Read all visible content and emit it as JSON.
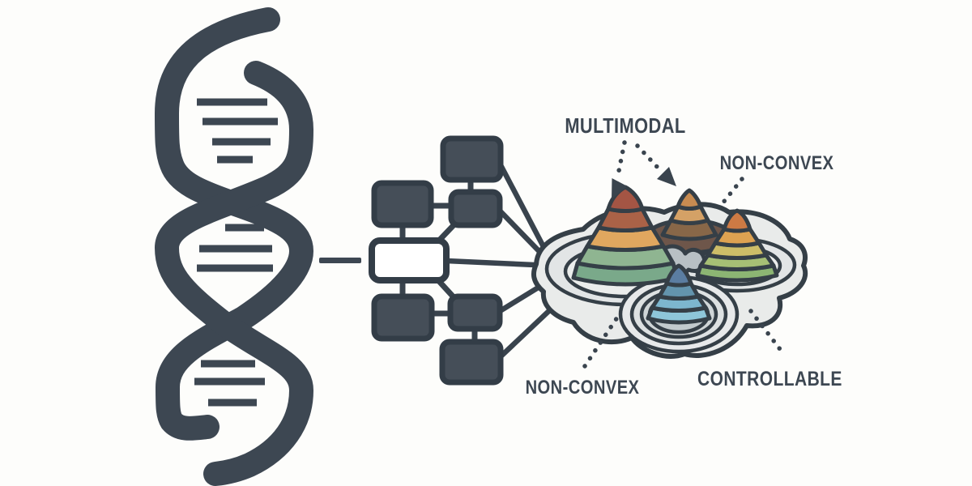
{
  "labels": {
    "multimodal": "MULTIMODAL",
    "non_convex_top": "NON-CONVEX",
    "non_convex_bottom": "NON-CONVEX",
    "controllable": "CONTROLLABLE"
  },
  "icons": {
    "dna": "dna-helix-icon",
    "network": "flowchart-network-icon",
    "landscape": "fitness-landscape-icon",
    "arrows": "dotted-arrow-icons"
  },
  "colors": {
    "ink": "#3d4752",
    "box_fill": "#454e58",
    "box_border": "#333d47",
    "white_box_fill": "#ffffff",
    "landscape_fill": "#e9ebea",
    "contour_ring_fill": "#e2e5e6",
    "saddle_gray": "#b8c0c4",
    "peak_left_bands": [
      "#a45544",
      "#aa6247",
      "#e0a75f",
      "#8fb591",
      "#7aa98a"
    ],
    "peak_top_bands": [
      "#c78b51",
      "#d4a166",
      "#886748",
      "#6e564a"
    ],
    "peak_right_bands": [
      "#cd7a44",
      "#dda251",
      "#ccbd68",
      "#a6bf75",
      "#8cb573"
    ],
    "basin_blue_bands": [
      "#5b7da1",
      "#6394ad",
      "#7db6ce",
      "#8ec6d9"
    ],
    "basin_ring_grays": [
      "#e7e9ea",
      "#dde1e2",
      "#cfd5d7",
      "#c2cacd"
    ]
  },
  "structure": {
    "left": "DNA double helix",
    "middle": "network of 7 linked boxes with one highlighted white box",
    "right": "contour landscape with 4 banded peaks and a blue basin",
    "annotations": [
      "MULTIMODAL",
      "NON-CONVEX",
      "NON-CONVEX",
      "CONTROLLABLE"
    ]
  }
}
